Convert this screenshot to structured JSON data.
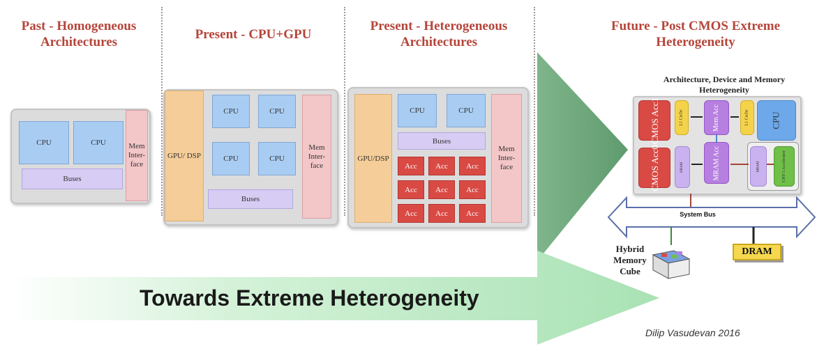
{
  "headers": {
    "past": "Past - Homogeneous Architectures",
    "present1": "Present - CPU+GPU",
    "present2": "Present - Heterogeneous Architectures",
    "future": "Future - Post CMOS Extreme Heterogeneity"
  },
  "past": {
    "cpu1": "CPU",
    "cpu2": "CPU",
    "buses": "Buses",
    "mem": "Mem Inter-face"
  },
  "present_gpu": {
    "gpu": "GPU/ DSP",
    "cpu1": "CPU",
    "cpu2": "CPU",
    "cpu3": "CPU",
    "cpu4": "CPU",
    "buses": "Buses",
    "mem": "Mem Inter-face"
  },
  "present_het": {
    "gpu": "GPU/DSP",
    "cpu1": "CPU",
    "cpu2": "CPU",
    "buses": "Buses",
    "mem": "Mem Inter-face",
    "acc": [
      "Acc",
      "Acc",
      "Acc",
      "Acc",
      "Acc",
      "Acc",
      "Acc",
      "Acc",
      "Acc"
    ]
  },
  "future": {
    "title": "Architecture, Device and Memory Heterogeneity",
    "cmos_acc1": "CMOS Acc1",
    "l1_left": "L1 Cache",
    "mem_acc": "Mem Acc",
    "l1_right": "L1 Cache",
    "cpu": "CPU",
    "cmos_acc0": "CMOS Acc0",
    "nram": "NRAM",
    "mram_acc": "MRAM Acc",
    "mram": "MRAM",
    "cnt_acc": "CNT-1 Accelerator",
    "system_bus": "System Bus",
    "hmc": "Hybrid Memory Cube",
    "dram": "DRAM"
  },
  "arrow_label": "Towards Extreme Heterogeneity",
  "author": "Dilip Vasudevan 2016",
  "colors": {
    "header": "#b5453a",
    "cpu": "#a9ccf2",
    "bus": "#d7ccf3",
    "mem": "#f3c6c8",
    "gpu": "#f5cd98",
    "acc": "#d94a44",
    "arrow_green": "#6ba57a"
  }
}
